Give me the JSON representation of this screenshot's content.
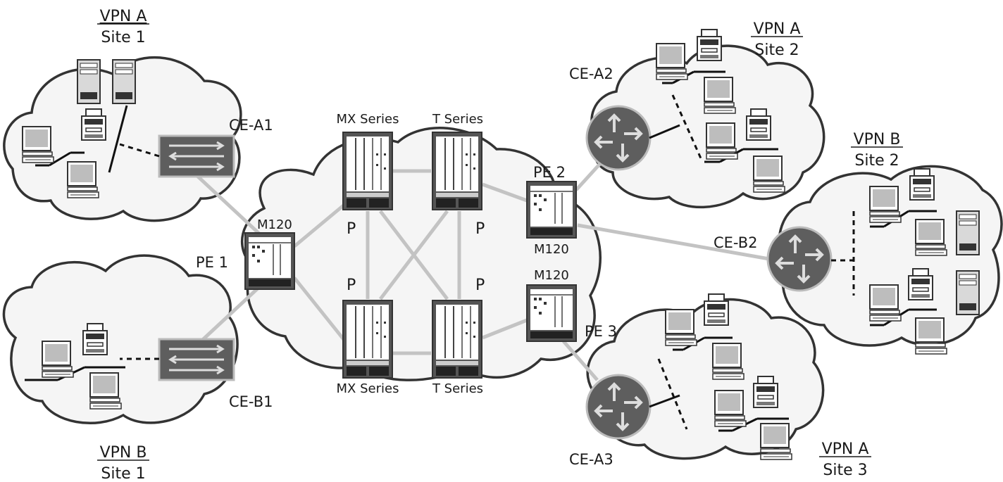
{
  "sites": {
    "vpn_a_site1": {
      "vpn": "VPN A",
      "site": "Site 1"
    },
    "vpn_a_site2": {
      "vpn": "VPN A",
      "site": "Site 2"
    },
    "vpn_a_site3": {
      "vpn": "VPN A",
      "site": "Site 3"
    },
    "vpn_b_site1": {
      "vpn": "VPN B",
      "site": "Site 1"
    },
    "vpn_b_site2": {
      "vpn": "VPN B",
      "site": "Site 2"
    }
  },
  "customer_edges": {
    "ce_a1": "CE-A1",
    "ce_a2": "CE-A2",
    "ce_a3": "CE-A3",
    "ce_b1": "CE-B1",
    "ce_b2": "CE-B2"
  },
  "provider_edges": {
    "pe1": {
      "name": "PE 1",
      "model": "M120"
    },
    "pe2": {
      "name": "PE 2",
      "model": "M120"
    },
    "pe3": {
      "name": "PE 3",
      "model": "M120"
    }
  },
  "core": {
    "p_label": "P",
    "mx_series": "MX Series",
    "t_series": "T Series"
  },
  "colors": {
    "cloud_fill": "#f5f5f5",
    "cloud_stroke": "#333333",
    "link": "#c3c3c3",
    "device_dark": "#5a5a5a"
  }
}
